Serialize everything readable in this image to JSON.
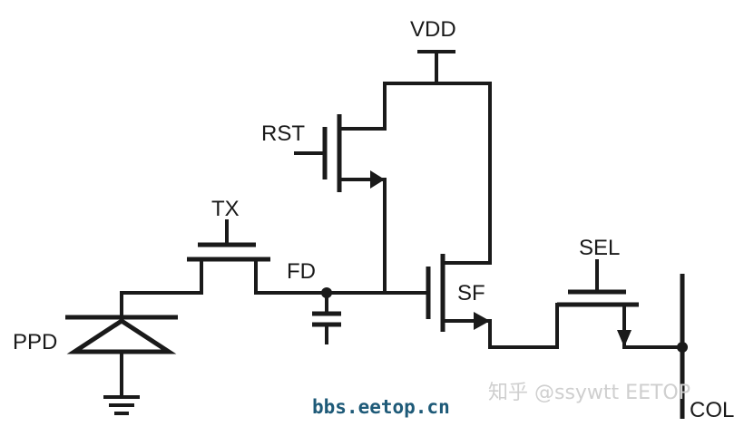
{
  "labels": {
    "vdd": "VDD",
    "rst": "RST",
    "tx": "TX",
    "fd": "FD",
    "sf": "SF",
    "sel": "SEL",
    "ppd": "PPD",
    "col": "COL"
  },
  "site_text": "bbs.eetop.cn",
  "watermark": "知乎 @ssywtt EETOP",
  "colors": {
    "wire": "#1a1a1a",
    "site_text": "#1e5a78",
    "watermark": "#cfcfcf"
  }
}
